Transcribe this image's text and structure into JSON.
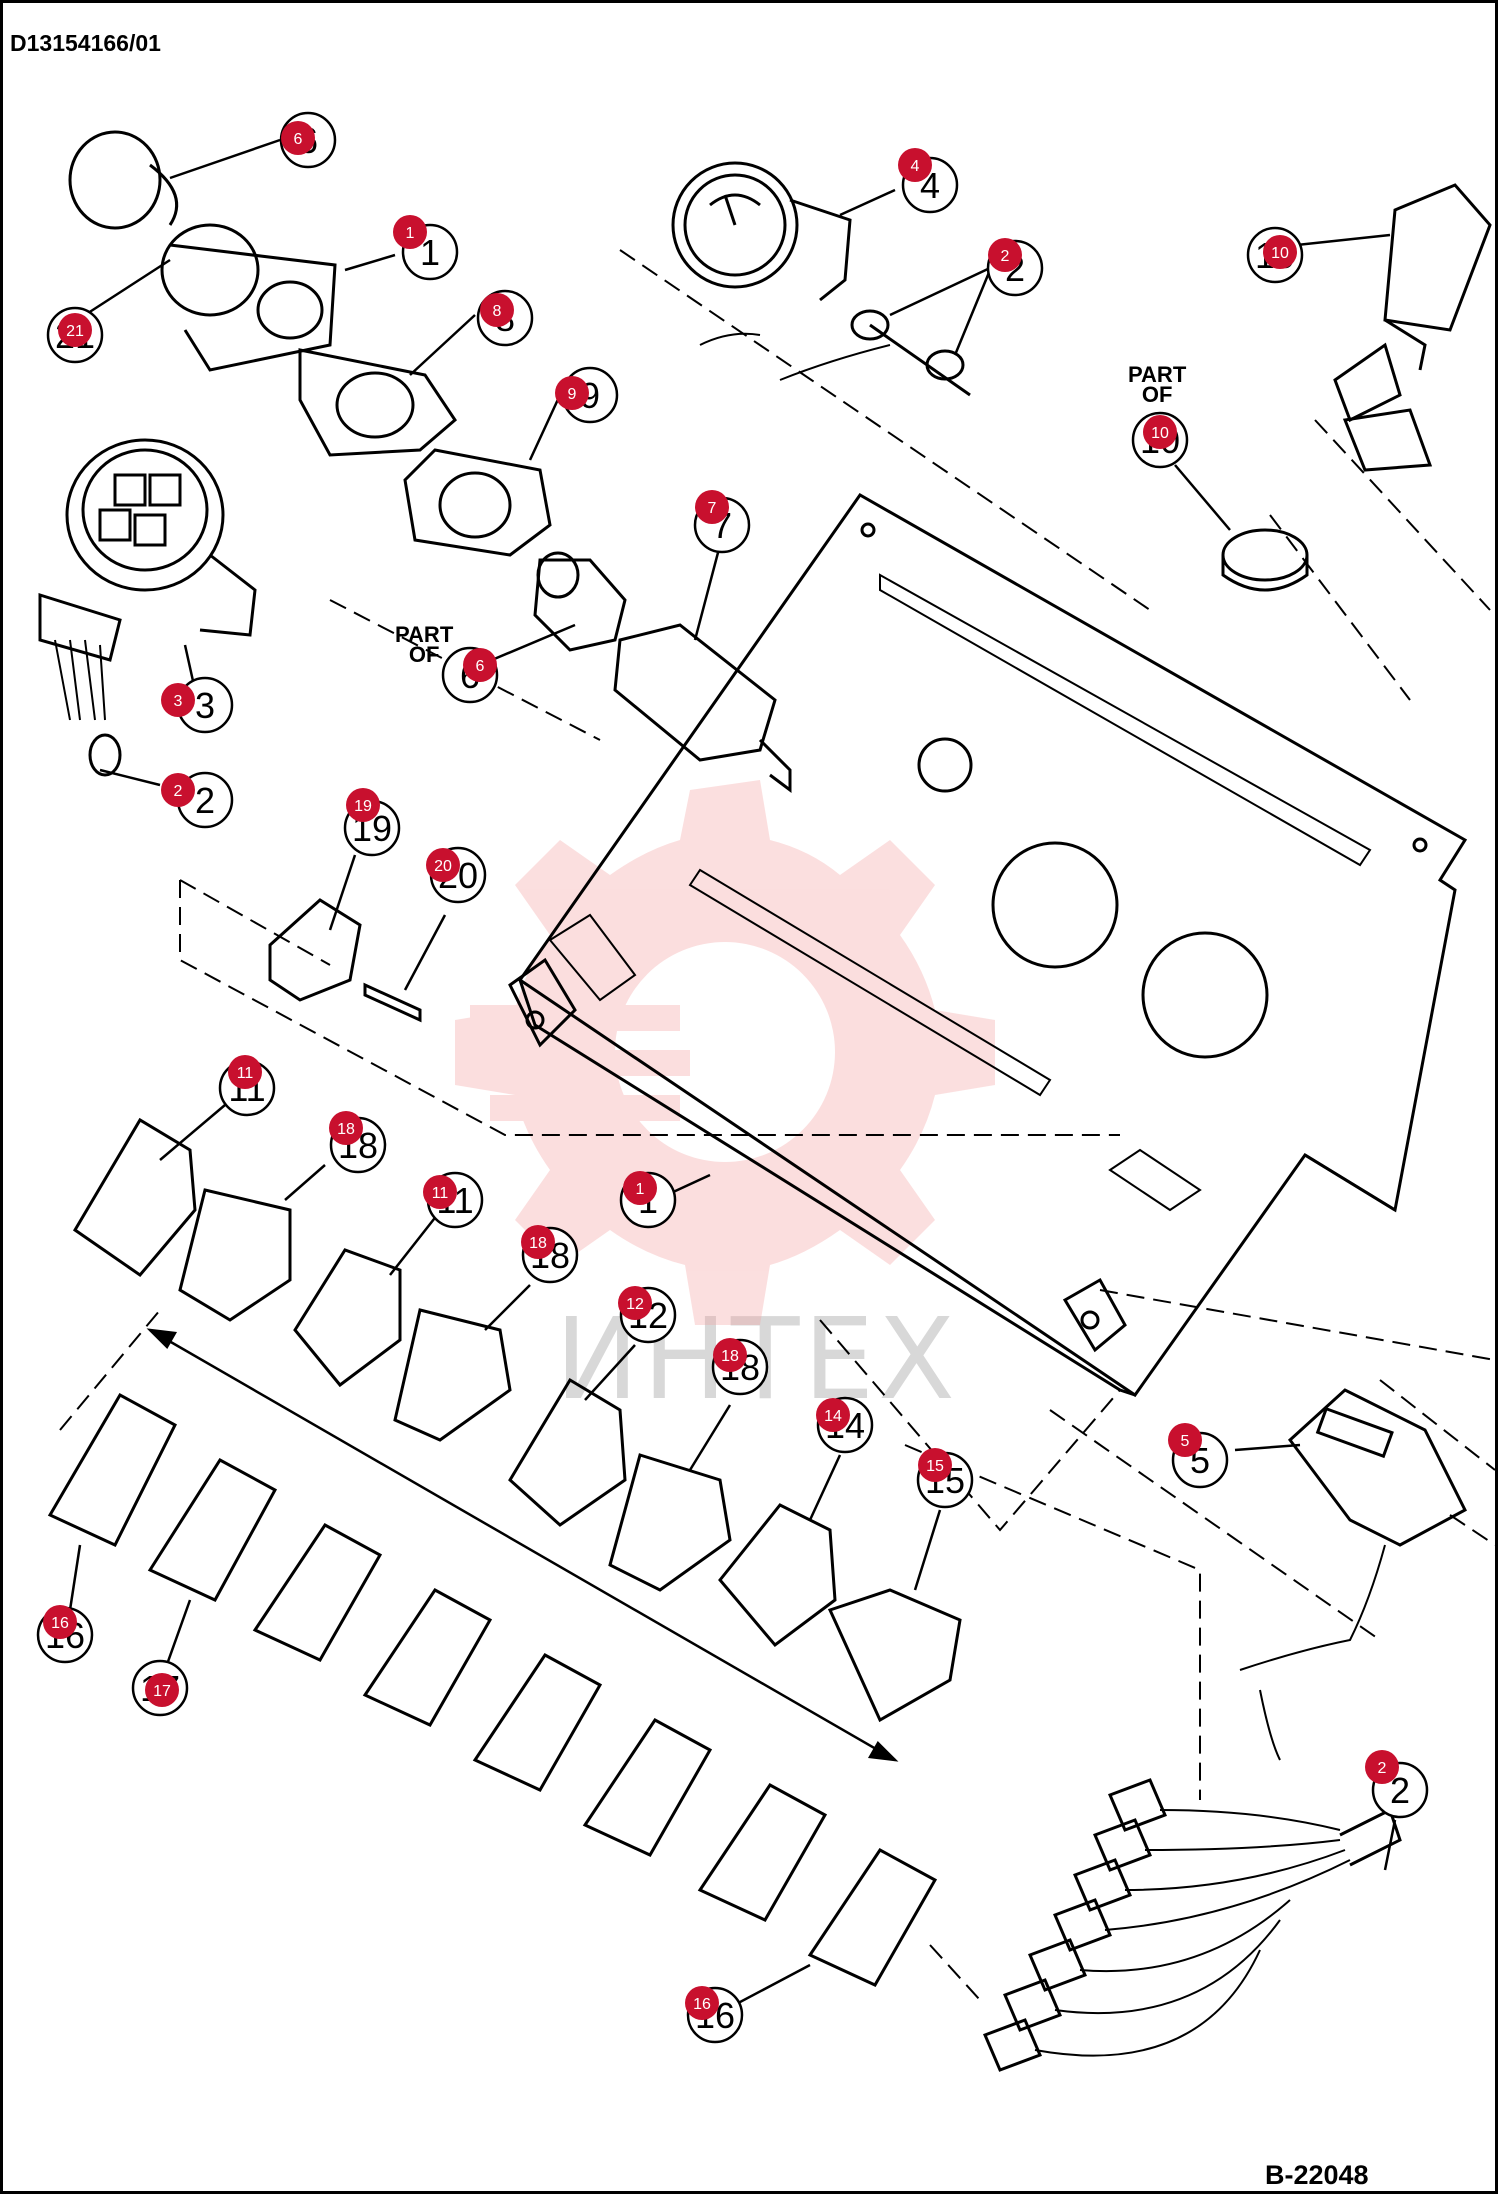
{
  "document_id": "D13154166/01",
  "figure_id": "B-22048",
  "watermark": {
    "text": "ИНТЕХ"
  },
  "part_of_label": [
    "PART",
    "OF"
  ],
  "colors": {
    "marker": "#c8102e",
    "line": "#000000",
    "watermark": "#f4a3a3"
  },
  "callouts": [
    {
      "number": "6",
      "marker": "6"
    },
    {
      "number": "1",
      "marker": "1"
    },
    {
      "number": "21",
      "marker": "21"
    },
    {
      "number": "8",
      "marker": "8"
    },
    {
      "number": "9",
      "marker": "9"
    },
    {
      "number": "4",
      "marker": "4"
    },
    {
      "number": "2",
      "marker": "2"
    },
    {
      "number": "10",
      "marker": "10"
    },
    {
      "number": "10",
      "marker": "10"
    },
    {
      "number": "7",
      "marker": "7"
    },
    {
      "number": "3",
      "marker": "3"
    },
    {
      "number": "6",
      "marker": "6"
    },
    {
      "number": "2",
      "marker": "2"
    },
    {
      "number": "19",
      "marker": "19"
    },
    {
      "number": "20",
      "marker": "20"
    },
    {
      "number": "11",
      "marker": "11"
    },
    {
      "number": "18",
      "marker": "18"
    },
    {
      "number": "11",
      "marker": "11"
    },
    {
      "number": "1",
      "marker": "1"
    },
    {
      "number": "18",
      "marker": "18"
    },
    {
      "number": "12",
      "marker": "12"
    },
    {
      "number": "18",
      "marker": "18"
    },
    {
      "number": "14",
      "marker": "14"
    },
    {
      "number": "15",
      "marker": "15"
    },
    {
      "number": "5",
      "marker": "5"
    },
    {
      "number": "16",
      "marker": "16"
    },
    {
      "number": "17",
      "marker": "17"
    },
    {
      "number": "2",
      "marker": "2"
    },
    {
      "number": "16",
      "marker": "16"
    }
  ]
}
